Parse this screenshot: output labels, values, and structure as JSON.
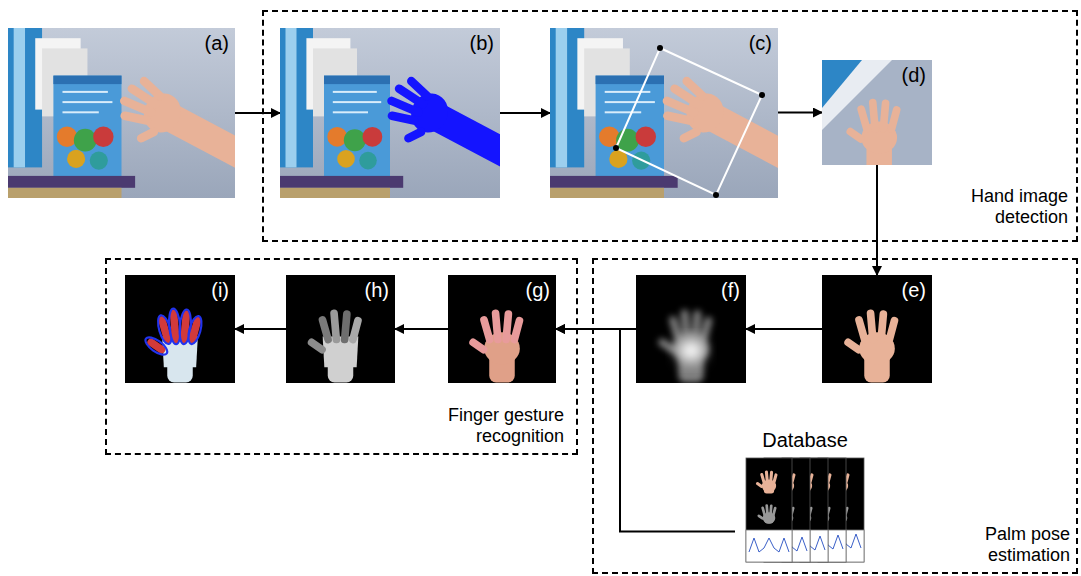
{
  "diagram": {
    "nodes": [
      {
        "text": [
          "(a)"
        ]
      },
      {
        "text": [
          "Hand image detection"
        ]
      },
      {
        "text": [
          "(b)"
        ],
        "in": 1
      },
      {
        "text": [
          "(c)"
        ],
        "in": 1
      },
      {
        "text": [
          "(d)"
        ],
        "in": 1
      },
      {
        "text": [
          "Palm pose estimation"
        ]
      },
      {
        "text": [
          "(e)"
        ],
        "in": 5
      },
      {
        "text": [
          "(f)"
        ],
        "in": 5
      },
      {
        "text": [
          "Database"
        ],
        "in": 5
      },
      {
        "text": [
          "Finger gesture recognition"
        ]
      },
      {
        "text": [
          "(g)"
        ],
        "in": 9
      },
      {
        "text": [
          "(h)"
        ],
        "in": 9
      },
      {
        "text": [
          "(i)"
        ],
        "in": 9
      }
    ],
    "edges": [
      {
        "from": 0,
        "to": 2,
        "arrow": "to"
      },
      {
        "from": 2,
        "to": 3,
        "arrow": "to"
      },
      {
        "from": 3,
        "to": 4,
        "arrow": "to"
      },
      {
        "from": 4,
        "to": 6,
        "arrow": "to"
      },
      {
        "from": 6,
        "to": 7,
        "arrow": "to"
      },
      {
        "from": 7,
        "to": 10,
        "arrow": "to"
      },
      {
        "from": 8,
        "to": 10,
        "arrow": "to"
      },
      {
        "from": 10,
        "to": 11,
        "arrow": "to"
      },
      {
        "from": 11,
        "to": 12,
        "arrow": "to"
      }
    ]
  }
}
